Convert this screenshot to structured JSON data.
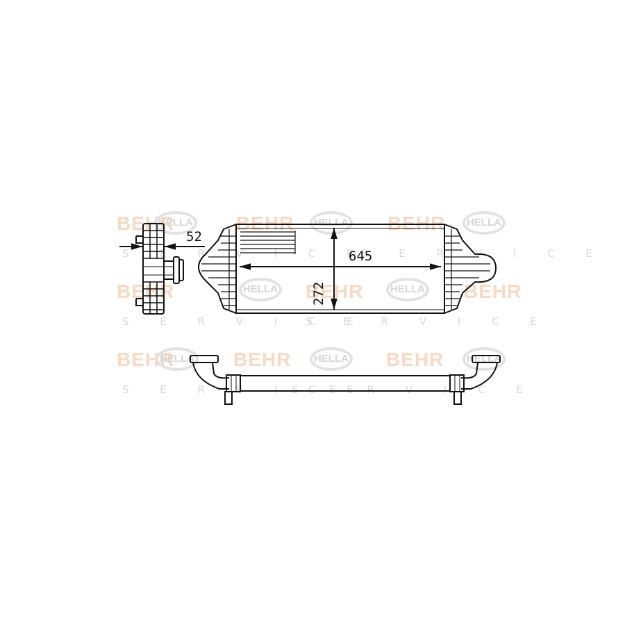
{
  "drawing": {
    "subject": "charge air cooler (intercooler) technical drawing",
    "views": [
      "side view",
      "front view",
      "top view"
    ],
    "dimensions": {
      "depth": "52",
      "width": "645",
      "height": "272"
    },
    "watermarks": {
      "brand_a": "BEHR",
      "brand_b": "HELLA",
      "service_text": "S E R V I C E",
      "brand_a_color": "#f7d9c4",
      "brand_b_color": "#e2e2e2",
      "service_color": "#d8d8d8"
    },
    "line_color": "#111111",
    "background": "#ffffff"
  }
}
